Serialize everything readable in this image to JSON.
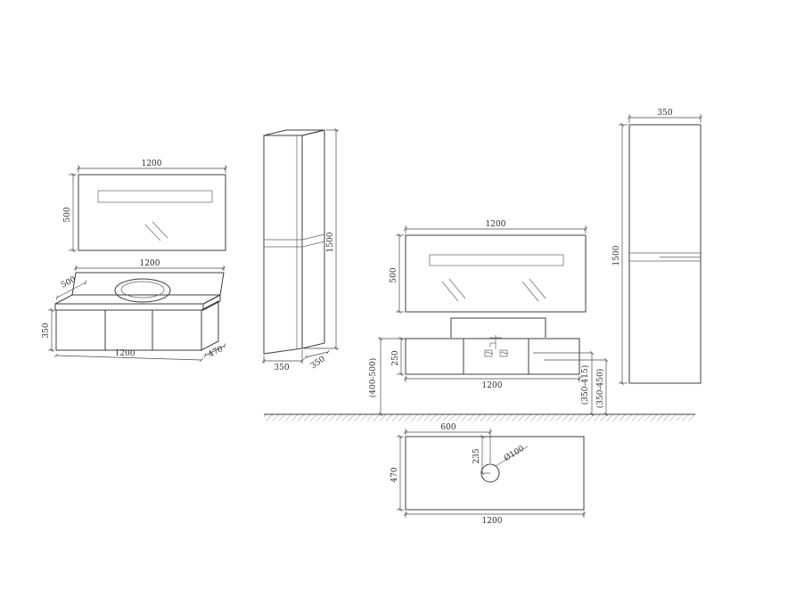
{
  "drawing": {
    "background": "#ffffff",
    "line_color": "#3c3c3c",
    "views": {
      "mirror_side": {
        "width": "1200",
        "height": "500"
      },
      "vanity_perspective": {
        "top_width": "1200",
        "counter_depth": "500",
        "cabinet_height": "350",
        "bottom_width": "1200",
        "bottom_depth": "470"
      },
      "tall_cabinet_perspective": {
        "height": "1500",
        "width": "350",
        "depth": "350"
      },
      "mirror_front": {
        "width": "1200",
        "height": "500"
      },
      "vanity_front": {
        "height": "250",
        "width": "1200",
        "install_height_range": "(400-500)",
        "drain_height_range": "(350-415)",
        "supply_height_range": "(350-450)"
      },
      "tall_cabinet_front": {
        "width": "350",
        "height": "1500"
      },
      "countertop_plan": {
        "basin_center_offset": "600",
        "depth": "470",
        "width": "1200",
        "drain_diameter": "Ø100",
        "drain_center_offset": "235"
      }
    }
  }
}
